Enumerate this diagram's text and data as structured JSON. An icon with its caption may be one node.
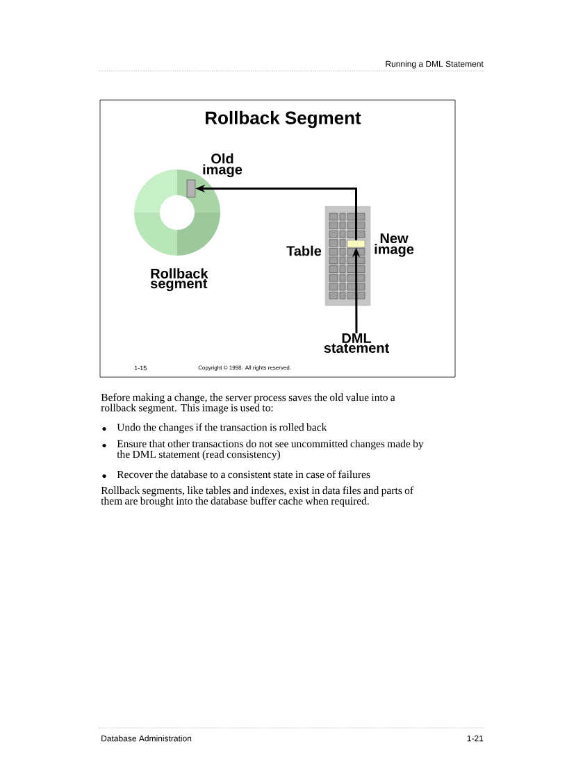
{
  "diagram": {
    "title": "Rollback Segment",
    "nodes": [
      {
        "text": [
          "Rollback segment"
        ]
      },
      {
        "text": [],
        "shape": "box",
        "in": 0,
        "beside": [
          "Old image"
        ]
      },
      {
        "text": [
          "Table"
        ]
      },
      {
        "text": [],
        "shape": "box",
        "in": 2,
        "beside": [
          "New image"
        ]
      },
      {
        "text": [
          "DML statement"
        ]
      }
    ],
    "edges": [
      {
        "from": 4,
        "to": 3,
        "arrow": "to"
      },
      {
        "from": 3,
        "to": 1,
        "arrow": "to"
      }
    ],
    "labels": [
      "Running a DML Statement",
      "1-15",
      "Copyright © 1998. All rights reserved.",
      "Before making a change, the server process saves the old value into a rollback segment. This image is used to:",
      "Undo the changes if the transaction is rolled back",
      "Ensure that other transactions do not see uncommitted changes made by the DML statement (read consistency)",
      "Recover the database to a consistent state in case of failures",
      "Rollback segments, like tables and indexes, exist in data files and parts of them are brought into the database buffer cache when required.",
      "Database Administration",
      "1-21"
    ]
  }
}
